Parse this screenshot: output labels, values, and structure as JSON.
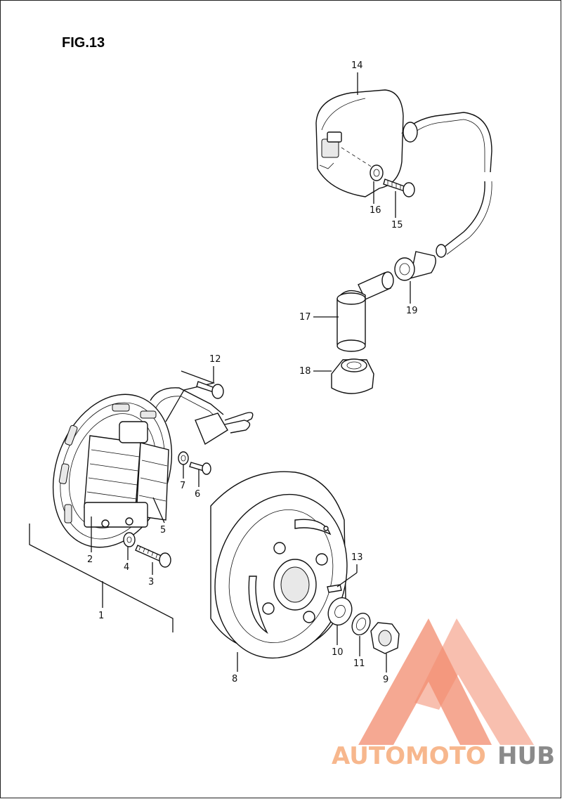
{
  "figure": {
    "title": "FIG.13"
  },
  "labels": {
    "p1": "1",
    "p2": "2",
    "p3": "3",
    "p4": "4",
    "p5": "5",
    "p6": "6",
    "p7": "7",
    "p8": "8",
    "p9": "9",
    "p10": "10",
    "p11": "11",
    "p12": "12",
    "p13": "13",
    "p14": "14",
    "p15": "15",
    "p16": "16",
    "p17": "17",
    "p18": "18",
    "p19": "19"
  },
  "watermark": {
    "part1": "AUTOMOTO",
    "part2": "HUB",
    "color_primary": "#f28b6e",
    "color_secondary": "#8a8a8a"
  }
}
